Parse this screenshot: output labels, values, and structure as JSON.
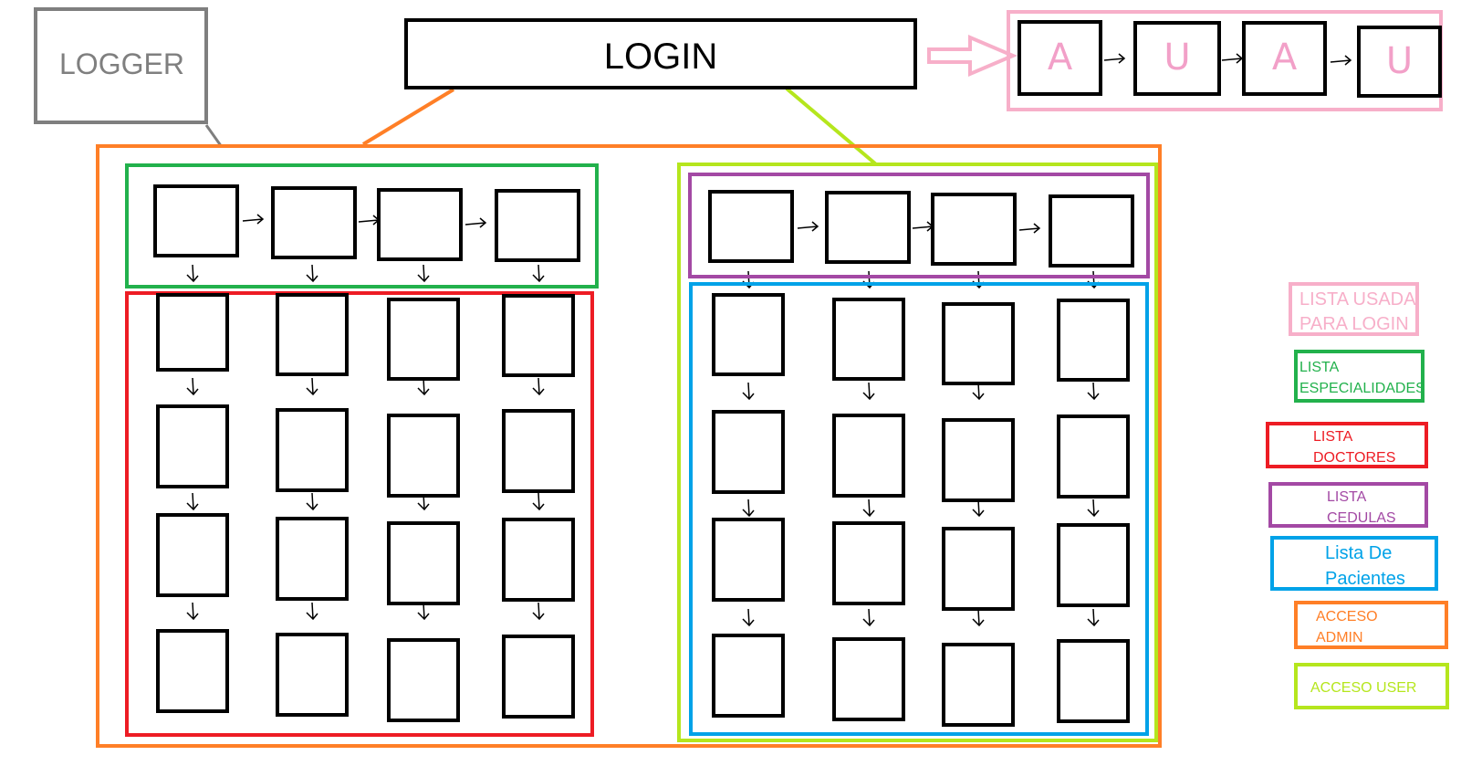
{
  "logger": {
    "label": "LOGGER"
  },
  "login": {
    "label": "LOGIN"
  },
  "login_list": {
    "letters": [
      "A",
      "U",
      "A",
      "U"
    ]
  },
  "legend": {
    "items": [
      {
        "lines": [
          "LISTA USADA",
          "PARA LOGIN"
        ],
        "color": "#f7afc9"
      },
      {
        "lines": [
          "LISTA",
          "ESPECIALIDADES"
        ],
        "color": "#22b14c"
      },
      {
        "lines": [
          "LISTA",
          "DOCTORES"
        ],
        "color": "#ed1c24"
      },
      {
        "lines": [
          "LISTA",
          "CEDULAS"
        ],
        "color": "#a349a4"
      },
      {
        "lines": [
          "Lista De",
          "Pacientes"
        ],
        "color": "#00a2e8"
      },
      {
        "lines": [
          "ACCESO",
          "ADMIN"
        ],
        "color": "#ff7f27"
      },
      {
        "lines": [
          "ACCESO USER"
        ],
        "color": "#b5e61d"
      }
    ]
  },
  "colors": {
    "logger": "#7f7f7f",
    "login_list": "#f7afc9",
    "especialidades": "#22b14c",
    "doctores": "#ed1c24",
    "cedulas": "#a349a4",
    "pacientes": "#00a2e8",
    "admin": "#ff7f27",
    "user": "#b5e61d"
  }
}
